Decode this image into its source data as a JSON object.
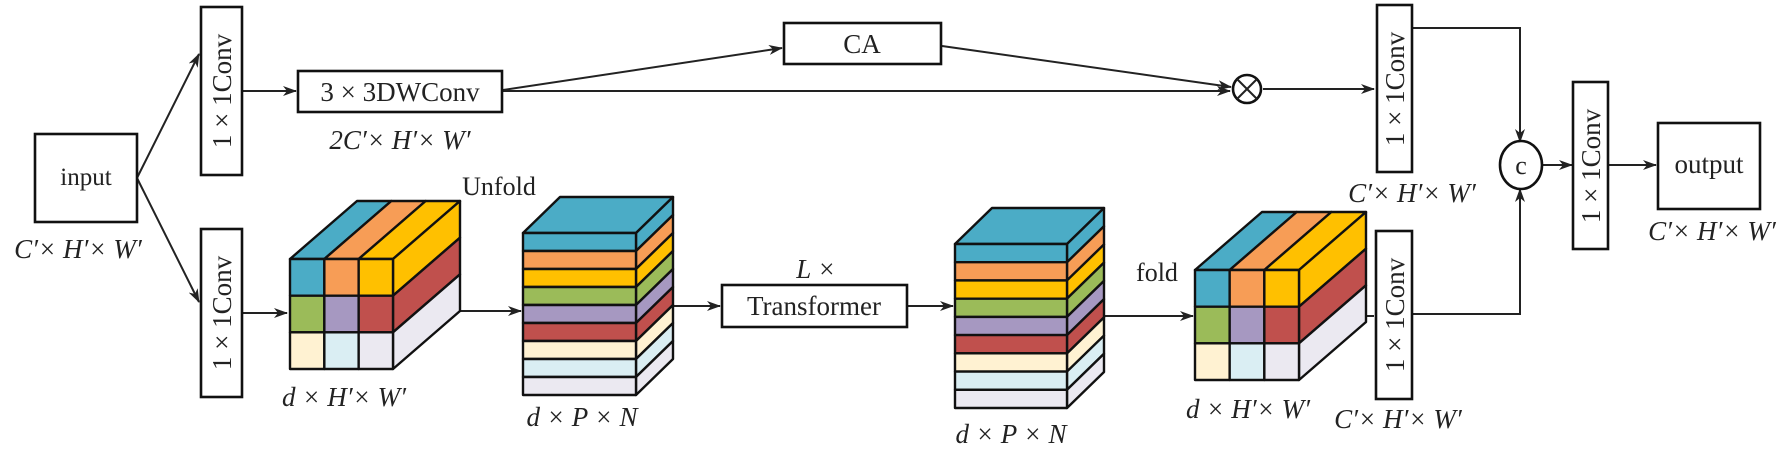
{
  "diagram": {
    "title": "Mobile-ViT style block with channel attention branch",
    "colors": {
      "teal": "#4BACC6",
      "orange": "#F79D56",
      "yellow": "#FFC000",
      "green": "#9BBB59",
      "purple": "#A698C1",
      "red": "#C0504D",
      "cream": "#FFF2D2",
      "lightblue": "#DAEEF3",
      "lightgray": "#EBE9F1",
      "stroke": "#111111"
    },
    "nodes": {
      "input": {
        "label": "input",
        "dims": "C′× H′× W′"
      },
      "conv_top": {
        "label": "1 × 1Conv"
      },
      "conv_bottom": {
        "label": "1 × 1Conv"
      },
      "dwconv": {
        "label": "3 × 3DWConv",
        "dims": "2C′× H′× W′"
      },
      "ca": {
        "label": "CA"
      },
      "multiply": {
        "symbol": "⊗"
      },
      "conv_right_top": {
        "label": "1 × 1Conv",
        "dims": "C′× H′× W′"
      },
      "concat": {
        "symbol": "c"
      },
      "conv_final": {
        "label": "1 × 1Conv"
      },
      "output": {
        "label": "output",
        "dims": "C′× H′× W′"
      },
      "cube_in": {
        "dims": "d × H′× W′"
      },
      "unfold": {
        "label": "Unfold"
      },
      "stack_in": {
        "dims": "d × P × N"
      },
      "transformer": {
        "label": "Transformer",
        "repeat": "L ×"
      },
      "stack_out": {
        "dims": "d × P × N"
      },
      "fold": {
        "label": "fold"
      },
      "cube_out": {
        "dims": "d × H′× W′"
      },
      "conv_right_bottom": {
        "label": "1 × 1Conv",
        "dims": "C′× H′× W′"
      }
    },
    "cube_grid": [
      [
        "teal",
        "orange",
        "yellow"
      ],
      [
        "green",
        "purple",
        "red"
      ],
      [
        "cream",
        "lightblue",
        "lightgray"
      ]
    ],
    "stack_layers": [
      "teal",
      "orange",
      "yellow",
      "green",
      "purple",
      "red",
      "cream",
      "lightblue",
      "lightgray"
    ]
  }
}
